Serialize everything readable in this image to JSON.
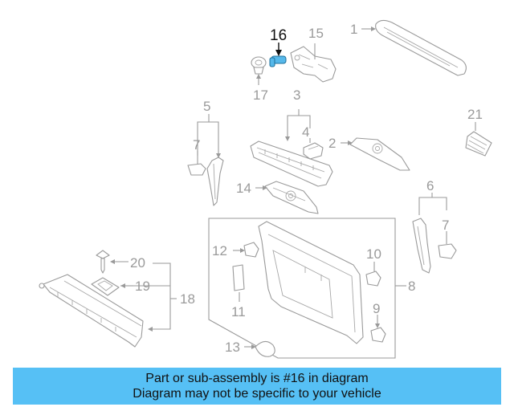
{
  "callouts": {
    "c1": "1",
    "c2": "2",
    "c3": "3",
    "c4": "4",
    "c5": "5",
    "c6": "6",
    "c7a": "7",
    "c7b": "7",
    "c8": "8",
    "c9": "9",
    "c10": "10",
    "c11": "11",
    "c12": "12",
    "c13": "13",
    "c14": "14",
    "c15": "15",
    "c16": "16",
    "c17": "17",
    "c18": "18",
    "c19": "19",
    "c20": "20",
    "c21": "21"
  },
  "highlighted_part": "16",
  "colors": {
    "highlight": "#56b8ea",
    "banner": "#56c0f5",
    "lines": "#9a9a9a"
  },
  "banner": {
    "line1": "Part or sub-assembly is #16 in diagram",
    "line2": "Diagram may not be specific to your vehicle"
  }
}
